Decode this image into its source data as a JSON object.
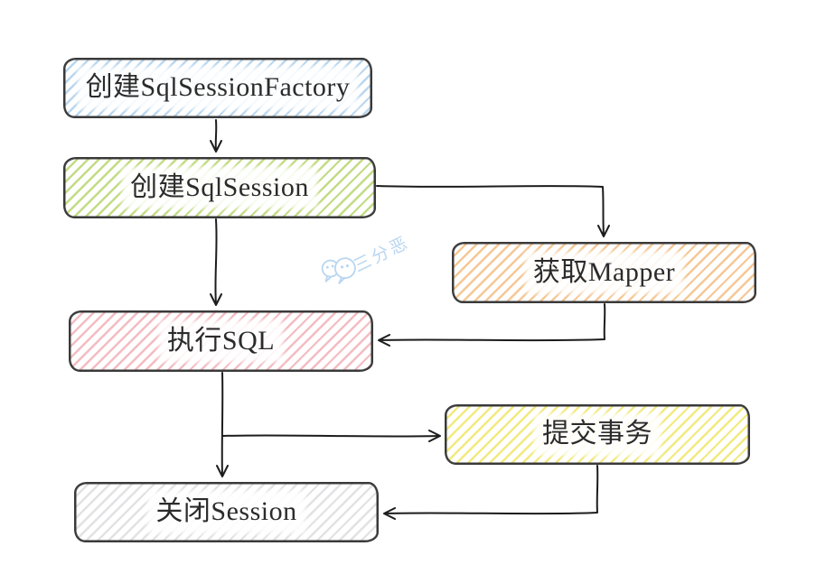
{
  "diagram": {
    "type": "flowchart",
    "ink_color": "#1c1c1c",
    "border_color": "#3a3a3a",
    "nodes": [
      {
        "id": "create-sqlsessionfactory",
        "label": "创建SqlSessionFactory",
        "hatch_color": "#b9d6ee"
      },
      {
        "id": "create-sqlsession",
        "label": "创建SqlSession",
        "hatch_color": "#c2dc84"
      },
      {
        "id": "get-mapper",
        "label": "获取Mapper",
        "hatch_color": "#f6c795"
      },
      {
        "id": "execute-sql",
        "label": "执行SQL",
        "hatch_color": "#f3bcc2"
      },
      {
        "id": "commit-transaction",
        "label": "提交事务",
        "hatch_color": "#f2ea7e"
      },
      {
        "id": "close-session",
        "label": "关闭Session",
        "hatch_color": "#e2e2e4"
      }
    ],
    "edges": [
      {
        "from": "create-sqlsessionfactory",
        "to": "create-sqlsession"
      },
      {
        "from": "create-sqlsession",
        "to": "get-mapper"
      },
      {
        "from": "create-sqlsession",
        "to": "execute-sql"
      },
      {
        "from": "get-mapper",
        "to": "execute-sql"
      },
      {
        "from": "execute-sql",
        "to": "commit-transaction"
      },
      {
        "from": "execute-sql",
        "to": "close-session"
      },
      {
        "from": "commit-transaction",
        "to": "close-session"
      }
    ]
  },
  "watermark": {
    "text": "三分恶",
    "color": "#b9d6f0",
    "icon": "wechat-chat-bubbles-icon"
  }
}
